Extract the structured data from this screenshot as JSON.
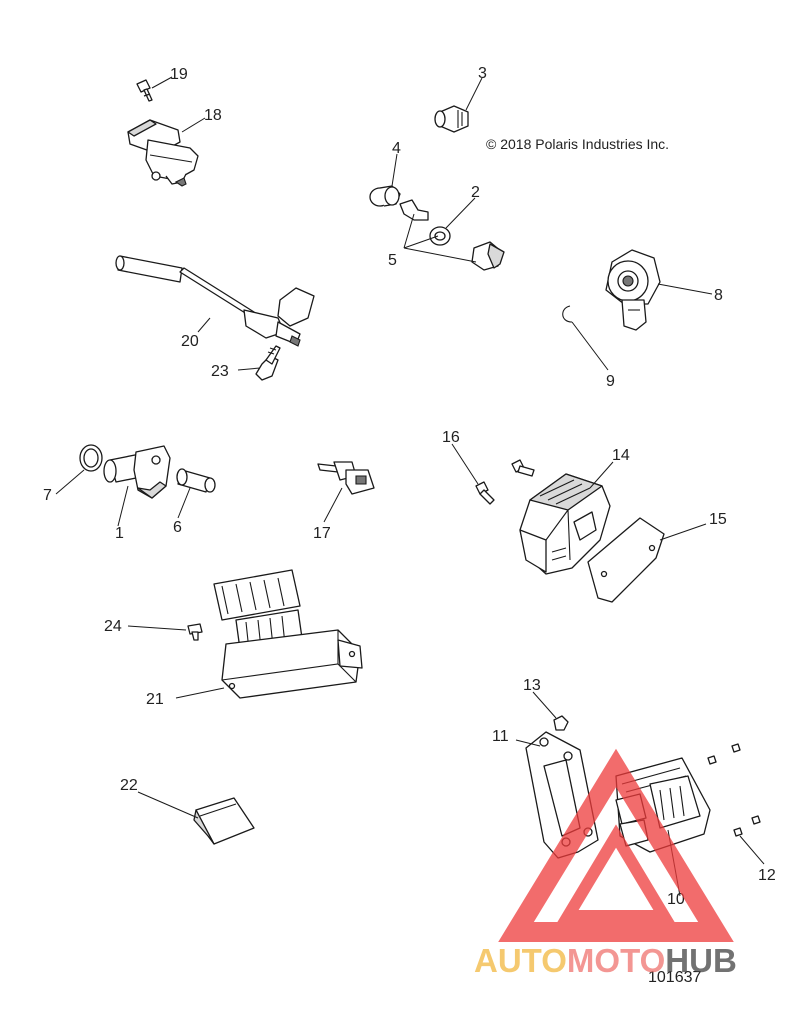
{
  "diagram": {
    "copyright": "© 2018 Polaris Industries Inc.",
    "part_number": "101637",
    "callouts": [
      "1",
      "2",
      "3",
      "4",
      "5",
      "6",
      "7",
      "8",
      "9",
      "10",
      "11",
      "12",
      "13",
      "14",
      "15",
      "16",
      "17",
      "18",
      "19",
      "20",
      "21",
      "22",
      "23",
      "24"
    ]
  },
  "watermark": {
    "text_auto": "AUTO",
    "text_moto": "MOTO",
    "text_hub": "HUB",
    "color_auto": "#f2b840",
    "color_moto": "#f07470",
    "color_hub": "#444444",
    "triangle_color": "#ee3b3b"
  }
}
